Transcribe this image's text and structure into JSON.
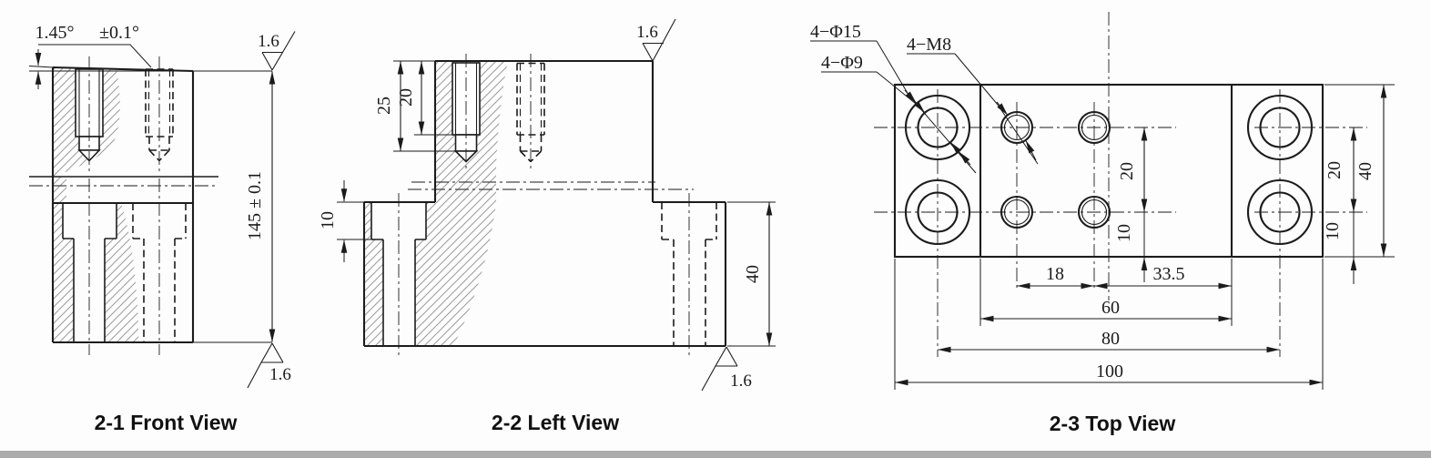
{
  "page": {
    "background": "#fdfdfd",
    "line_color": "#1c1c1c",
    "hatch_color": "#9b9b9b",
    "footer_bar_color": "#acacac"
  },
  "front_view": {
    "caption": "2-1 Front View",
    "angle_label": "1.45°",
    "angle_tolerance": "±0.1°",
    "height_dimension": "145 ± 0.1",
    "surface_finish_top": "1.6",
    "surface_finish_bottom": "1.6"
  },
  "left_view": {
    "caption": "2-2 Left View",
    "screw_depth_dimension": "25",
    "thread_depth_dimension": "20",
    "counterbore_depth_dimension": "10",
    "plate_thickness_dimension": "40",
    "surface_finish_top": "1.6",
    "surface_finish_bottom": "1.6"
  },
  "top_view": {
    "caption": "2-3 Top View",
    "counterbore_callout": "4−Φ15",
    "through_hole_callout": "4−Φ9",
    "tapped_hole_callout": "4−M8",
    "hole_row_spacing": "20",
    "hole_row_edge_offset": "10",
    "right_hole_row_spacing": "20",
    "right_hole_row_edge_offset": "10",
    "plate_width_dimension": "40",
    "tap_column_spacing": "18",
    "tap_to_shoulder": "33.5",
    "shoulder_width": "60",
    "counterbore_spacing": "80",
    "overall_length": "100"
  }
}
